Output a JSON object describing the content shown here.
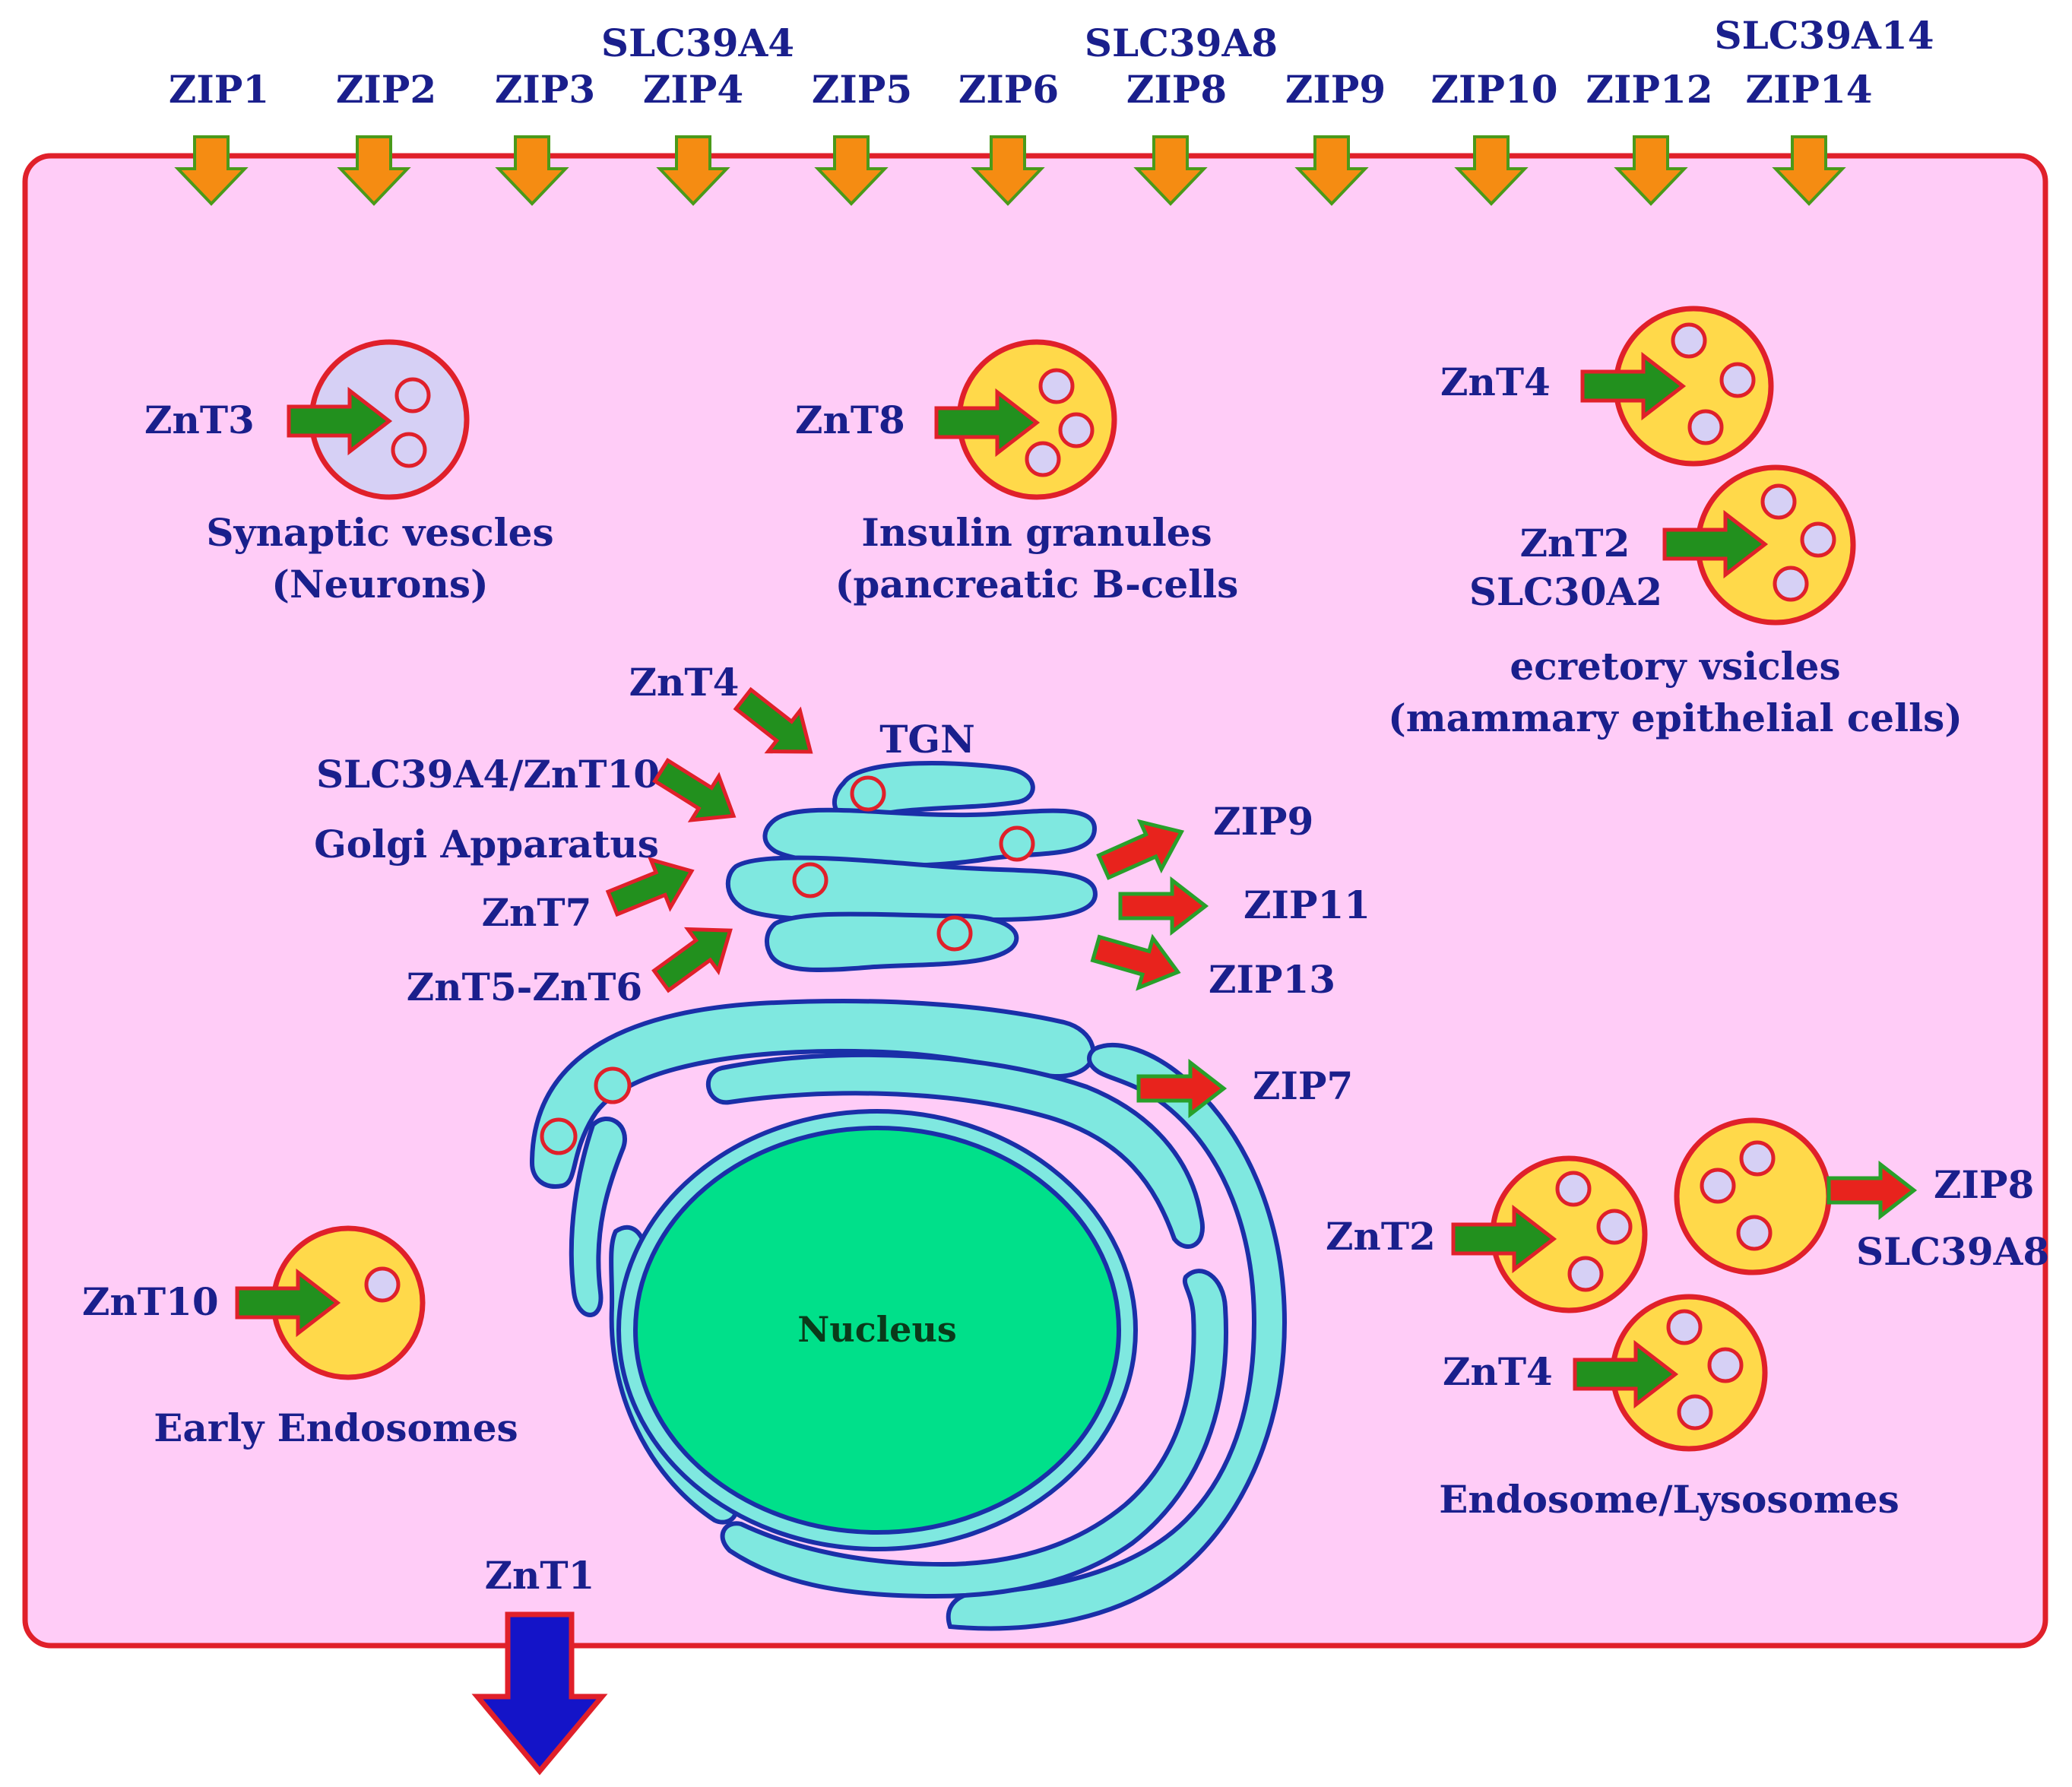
{
  "colors": {
    "cell_fill": "#ffccf7",
    "membrane": "#e0202a",
    "label": "#1a1f8c",
    "zip_arrow_fill": "#f58c12",
    "zip_arrow_stroke": "#4a9a1a",
    "znt_arrow_fill": "#22901e",
    "znt_arrow_stroke": "#e0202a",
    "export_arrow_fill": "#e8231d",
    "export_arrow_stroke": "#28a02a",
    "znt1_arrow_fill": "#1414c8",
    "znt1_arrow_stroke": "#e0202a",
    "vesicle_yellow": "#ffd94a",
    "vesicle_lilac": "#d6d0f5",
    "granule_fill": "#d6d0f5",
    "organelle_fill": "#7fe8e0",
    "organelle_stroke": "#1a2fa8",
    "nucleus_fill": "#00e08a"
  },
  "top_transporters": [
    {
      "name": "ZIP1",
      "alias": ""
    },
    {
      "name": "ZIP2",
      "alias": ""
    },
    {
      "name": "ZIP3",
      "alias": ""
    },
    {
      "name": "ZIP4",
      "alias": "SLC39A4"
    },
    {
      "name": "ZIP5",
      "alias": ""
    },
    {
      "name": "ZIP6",
      "alias": ""
    },
    {
      "name": "ZIP8",
      "alias": "SLC39A8"
    },
    {
      "name": "ZIP9",
      "alias": ""
    },
    {
      "name": "ZIP10",
      "alias": ""
    },
    {
      "name": "ZIP12",
      "alias": ""
    },
    {
      "name": "ZIP14",
      "alias": "SLC39A14"
    }
  ],
  "vesicles": {
    "synaptic": {
      "transporter": "ZnT3",
      "caption_line1": "Synaptic vescles",
      "caption_line2": "(Neurons)"
    },
    "insulin": {
      "transporter": "ZnT8",
      "caption_line1": "Insulin granules",
      "caption_line2": "(pancreatic B-cells"
    },
    "secretory_top": {
      "transporter": "ZnT4"
    },
    "secretory_bottom": {
      "transporter_line1": "ZnT2",
      "transporter_line2": "SLC30A2"
    },
    "secretory_caption_line1": "ecretory vsicles",
    "secretory_caption_line2": "(mammary epithelial cells)",
    "early_endosome": {
      "transporter": "ZnT10",
      "caption": "Early Endosomes"
    },
    "endosome_a": {
      "transporter": "ZnT2"
    },
    "endosome_b": {
      "exporter": "ZIP8",
      "exporter_alias": "SLC39A8"
    },
    "endosome_c": {
      "transporter": "ZnT4"
    },
    "endosome_caption": "Endosome/Lysosomes"
  },
  "golgi": {
    "tgn_label": "TGN",
    "name_label": "Golgi Apparatus",
    "importers": [
      "ZnT4",
      "SLC39A4/ZnT10",
      "ZnT7",
      "ZnT5-ZnT6"
    ],
    "exporters": [
      "ZIP9",
      "ZIP11",
      "ZIP13"
    ]
  },
  "er": {
    "exporter": "ZIP7"
  },
  "nucleus_label": "Nucleus",
  "efflux": {
    "transporter": "ZnT1"
  }
}
